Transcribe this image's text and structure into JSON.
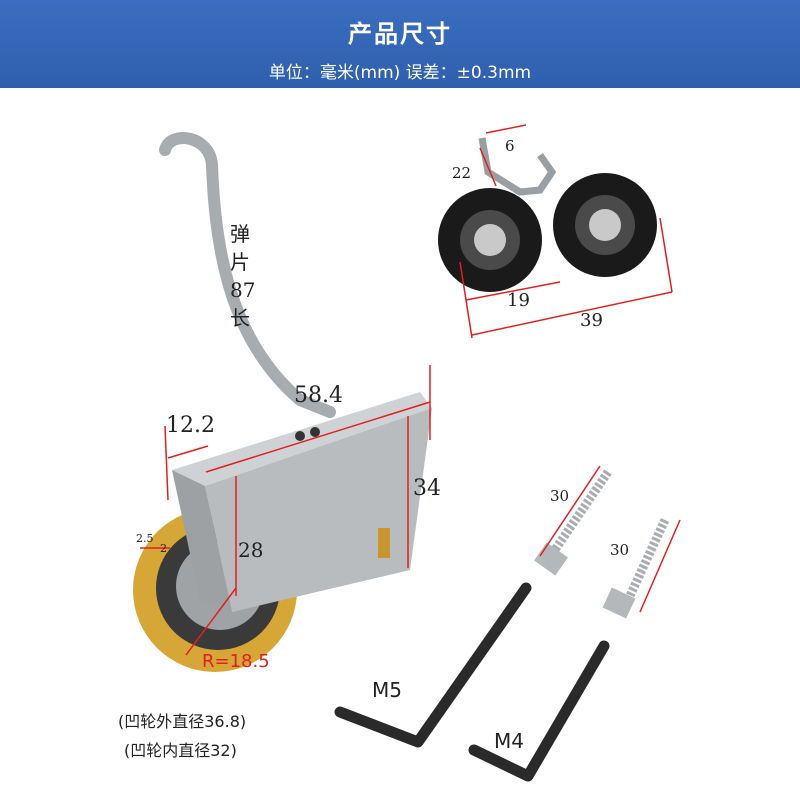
{
  "header": {
    "title": "产品尺寸",
    "subtitle": "单位：毫米(mm) 误差：±0.3mm"
  },
  "wheel_pair": {
    "dim_top": "6",
    "dim_side": "22",
    "dim_inner": "19",
    "dim_outer": "39"
  },
  "roller": {
    "spring_label": [
      "弹",
      "片",
      "87",
      "长"
    ],
    "dim_length": "58.4",
    "dim_width": "12.2",
    "dim_height": "34",
    "dim_wheel": "28",
    "dim_groove_a": "2.5",
    "dim_groove_b": "2",
    "radius": "R=18.5"
  },
  "screws": {
    "screw_a_length": "30",
    "screw_b_length": "30"
  },
  "wrenches": {
    "wrench_a": "M5",
    "wrench_b": "M4"
  },
  "notes": {
    "outer_diameter": "(凹轮外直径36.8)",
    "inner_diameter": "(凹轮内直径32)"
  },
  "colors": {
    "header_bg": "#3365b7",
    "dimension_red": "#e02020",
    "brass": "#d6a637",
    "steel": "#b9bcbf"
  }
}
